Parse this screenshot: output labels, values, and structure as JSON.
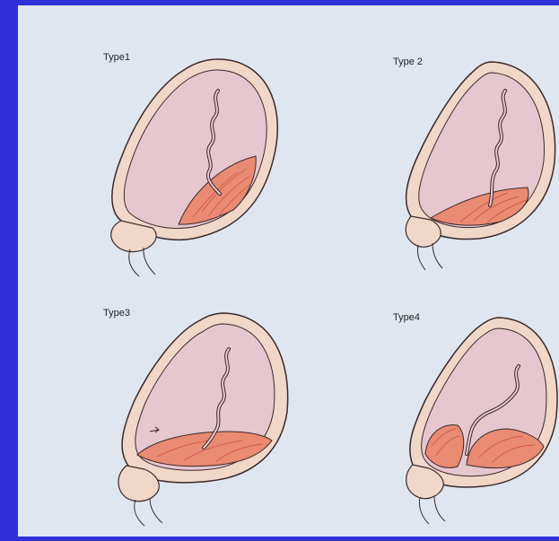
{
  "panels": [
    {
      "label": "Type1"
    },
    {
      "label": "Type 2"
    },
    {
      "label": "Type3"
    },
    {
      "label": "Type4"
    }
  ],
  "colors": {
    "background": "#2f2fd8",
    "page": "#dfe6f0",
    "sac_fill": "#e7c7cf",
    "wall": "#f1d7c8",
    "outline": "#3a2a2a",
    "placenta": "#e98a72"
  }
}
